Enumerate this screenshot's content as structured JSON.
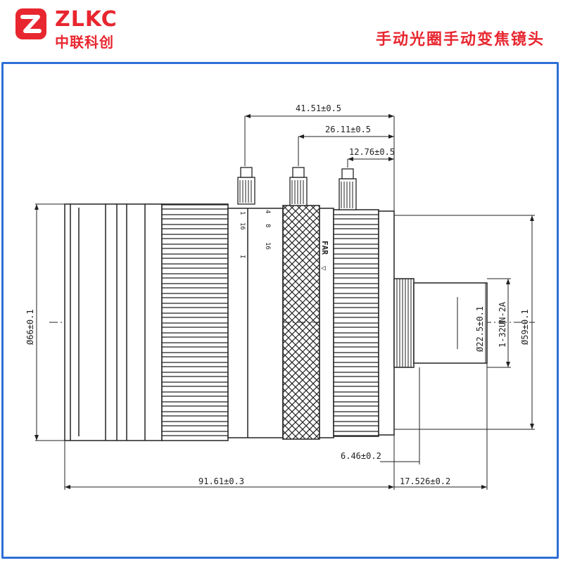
{
  "brand": {
    "logo_text": "ZLKC",
    "logo_cn": "中联科创",
    "colors": {
      "brand_red": "#e8262f",
      "frame_blue": "#2d6fd6"
    }
  },
  "title": "手动光圈手动变焦镜头",
  "dimensions": {
    "top_1": "41.51±0.5",
    "top_2": "26.11±0.5",
    "top_3": "12.76±0.5",
    "bottom_total": "91.61±0.3",
    "bottom_flange": "6.46±0.2",
    "bottom_back": "17.526±0.2",
    "dia_body": "Ø66±0.1",
    "dia_rear": "Ø59±0.1",
    "dia_mount": "Ø22.5±0.1",
    "thread": "1-32UN-2A"
  },
  "ring_labels": {
    "aperture_1": "1",
    "aperture_2": "16",
    "aperture_3": "16",
    "aperture_4": "8",
    "aperture_5": "4",
    "aperture_6": "I",
    "focus_far": "FAR"
  }
}
